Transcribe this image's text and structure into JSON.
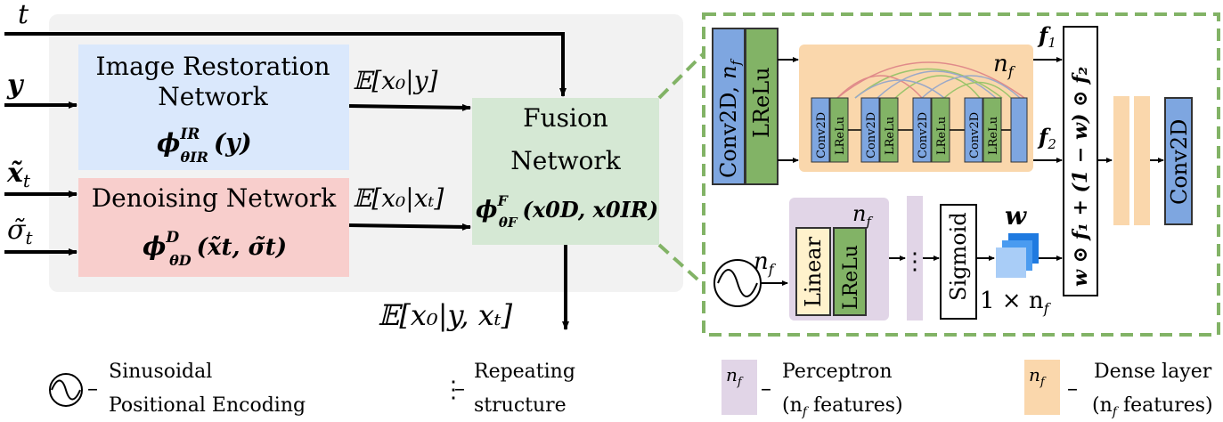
{
  "inputs": {
    "t": "t",
    "y": "y",
    "xt": "x̃",
    "xt_sub": "t",
    "sigma": "σ̃",
    "sigma_sub": "t"
  },
  "ir_network": {
    "title_line1": "Image Restoration",
    "title_line2": "Network",
    "formula": "ϕ",
    "formula_sup": "IR",
    "formula_sub": "θIR",
    "formula_arg": "(y)"
  },
  "denoising_network": {
    "title": "Denoising Network",
    "formula": "ϕ",
    "formula_sup": "D",
    "formula_sub": "θD",
    "formula_arg": "(x̃t, σ̃t)"
  },
  "fusion_network": {
    "title_line1": "Fusion",
    "title_line2": "Network",
    "formula": "ϕ",
    "formula_sup": "F",
    "formula_sub": "θF",
    "formula_arg": "(x0D, x0IR)"
  },
  "expectations": {
    "ir_out": "𝔼[x₀|y]",
    "dn_out": "𝔼[x₀|xₜ]",
    "final": "𝔼[x₀|y, xₜ]"
  },
  "detail": {
    "conv_lrelu_block": {
      "conv": "Conv2D,",
      "nf": "n",
      "nf_sub": "f",
      "lrelu": "LReLu"
    },
    "dense_block": {
      "nf": "n",
      "nf_sub": "f",
      "conv": "Conv2D",
      "lrelu": "LReLu"
    },
    "f1": "f",
    "f1_sub": "1",
    "f2": "f",
    "f2_sub": "2",
    "fusion_formula": "w ⊙ f₁ + (1 − w) ⊙ f₂",
    "conv_out": "Conv2D",
    "perceptron": {
      "nf": "n",
      "nf_sub": "f",
      "linear": "Linear",
      "lrelu": "LReLu"
    },
    "pos_nf": "n",
    "pos_nf_sub": "f",
    "sigmoid": "Sigmoid",
    "w": "w",
    "w_shape": "1 × n",
    "w_shape_sub": "f"
  },
  "legend": {
    "sinusoidal_line1": "Sinusoidal",
    "sinusoidal_line2": "Positional Encoding",
    "dash": "–",
    "repeating_line1": "Repeating",
    "repeating_line2": "structure",
    "perceptron_nf": "n",
    "perceptron_nf_sub": "f",
    "perceptron_line1": "Perceptron",
    "perceptron_line2": "(n",
    "perceptron_line2_sub": "f",
    "perceptron_line2_end": " features)",
    "dense_nf": "n",
    "dense_nf_sub": "f",
    "dense_line1": "Dense layer",
    "dense_line2": "(n",
    "dense_line2_sub": "f",
    "dense_line2_end": " features)"
  },
  "colors": {
    "ir_fill": "#dae8fc",
    "dn_fill": "#f8cecc",
    "fusion_fill": "#d5e8d4",
    "panel_bg": "#f2f2f2",
    "dashed_border": "#82b366",
    "conv_blue": "#7ea6e0",
    "lrelu_green": "#82b366",
    "dense_orange": "#fad7ac",
    "perceptron_purple": "#e1d5e7",
    "linear_yellow": "#fff2cc",
    "w_blue": "#4a90e2"
  }
}
